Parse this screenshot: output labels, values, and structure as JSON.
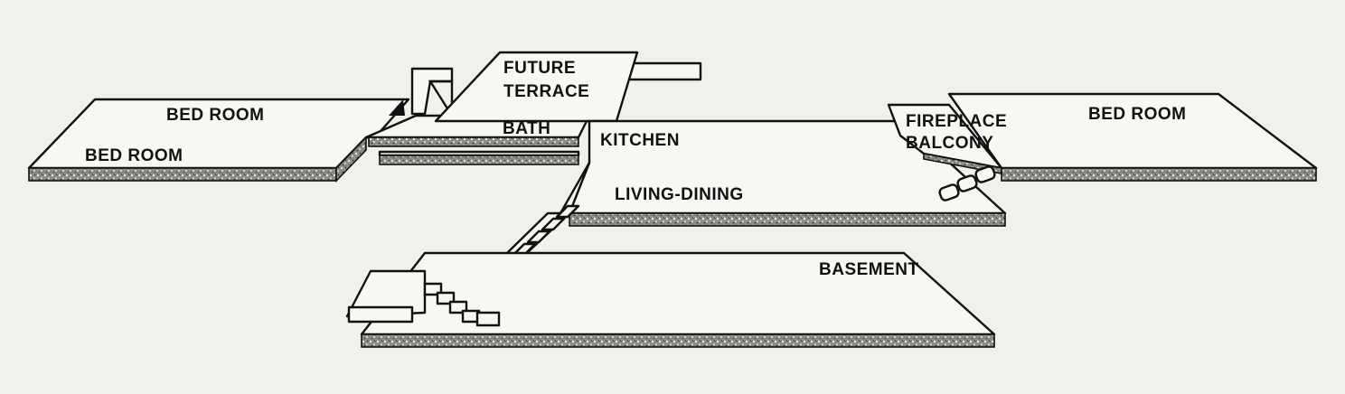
{
  "labels": {
    "bedroom_upper_left": "BED ROOM",
    "bedroom_lower_left": "BED ROOM",
    "future_line1": "FUTURE",
    "future_line2": "TERRACE",
    "bath": "BATH",
    "kitchen": "KITCHEN",
    "fireplace": "FIREPLACE",
    "balcony": "BALCONY",
    "bedroom_right": "BED ROOM",
    "living_dining": "LIVING-DINING",
    "basement": "BASEMENT"
  },
  "colors": {
    "ink": "#111111",
    "paper": "#f1f0ec"
  }
}
